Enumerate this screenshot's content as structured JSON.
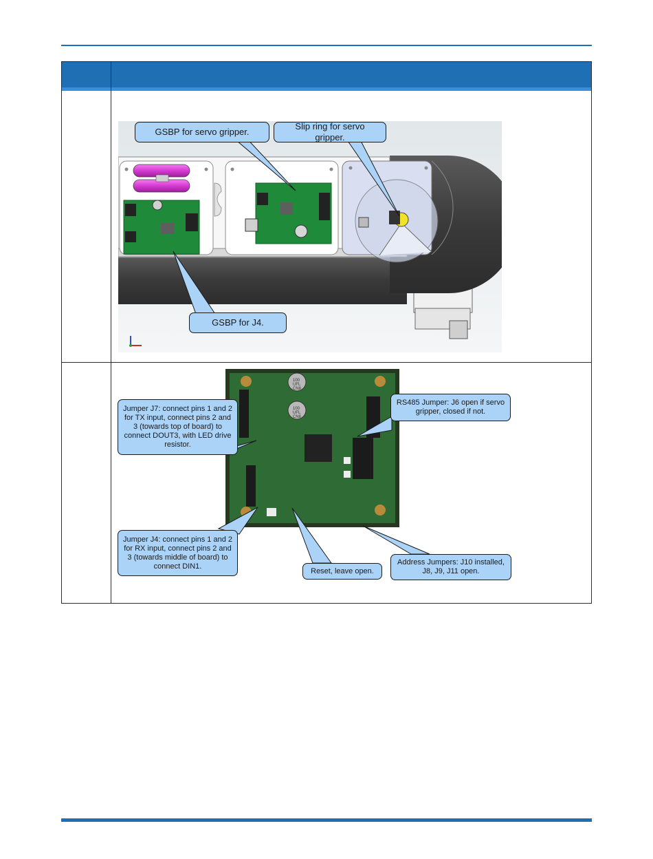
{
  "callouts": {
    "gsbp_servo": "GSBP for servo gripper.",
    "slip_ring": "Slip ring for servo gripper.",
    "gsbp_j4": "GSBP for J4.",
    "jumper_j7": "Jumper J7: connect pins 1 and 2 for TX input, connect pins 2 and 3 (towards top of board) to connect DOUT3, with LED drive resistor.",
    "rs485": "RS485 Jumper: J6 open if servo gripper, closed if not.",
    "jumper_j4": "Jumper J4: connect pins 1 and 2 for RX input, connect pins 2 and 3 (towards middle of board) to connect DIN1.",
    "reset": "Reset, leave open.",
    "address": "Address Jumpers: J10 installed, J8, J9, J11 open."
  },
  "board_marks": {
    "cap_1": "100\nUFL\nCN8",
    "cap_2": "100\nUFL\nCN8"
  },
  "colors": {
    "brand_blue": "#1f6fb5",
    "callout_fill": "#aad3f7",
    "pcb_green": "#1f8a3a",
    "battery_magenta": "#d63ad2"
  }
}
